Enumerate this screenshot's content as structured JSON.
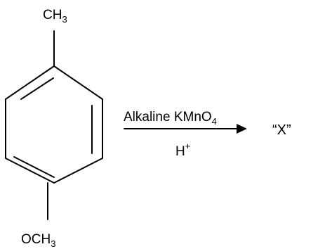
{
  "reaction": {
    "reactant": {
      "top_substituent": {
        "base": "CH",
        "subscript": "3"
      },
      "bottom_substituent": {
        "base": "OCH",
        "subscript": "3"
      }
    },
    "reagent_above": {
      "base": "Alkaline KMnO",
      "subscript": "4"
    },
    "reagent_below": {
      "base": "H",
      "superscript": "+"
    },
    "product_label": "“X”"
  },
  "colors": {
    "ink": "#000000",
    "background": "#ffffff"
  }
}
